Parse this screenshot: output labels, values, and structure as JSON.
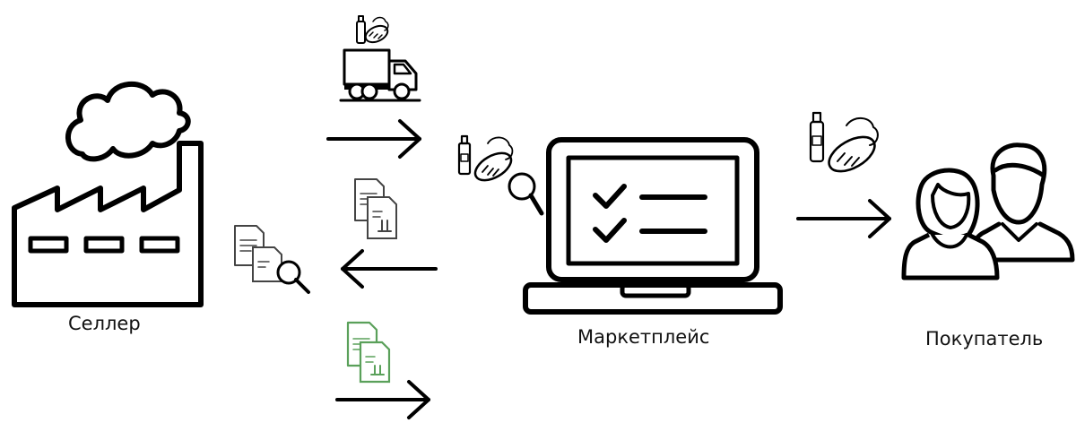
{
  "nodes": {
    "seller": {
      "label": "Селлер"
    },
    "marketplace": {
      "label": "Маркетплейс"
    },
    "buyer": {
      "label": "Покупатель"
    }
  },
  "colors": {
    "stroke": "#000000",
    "document": "#444444",
    "document_approved": "#5aa05a",
    "background": "#ffffff"
  },
  "icons": [
    "factory-icon",
    "truck-icon",
    "groceries-icon",
    "laptop-checklist-icon",
    "groceries-magnifier-icon",
    "documents-icon",
    "documents-magnifier-icon",
    "documents-approved-icon",
    "buyers-icon",
    "arrow-right-icon",
    "arrow-left-icon"
  ]
}
